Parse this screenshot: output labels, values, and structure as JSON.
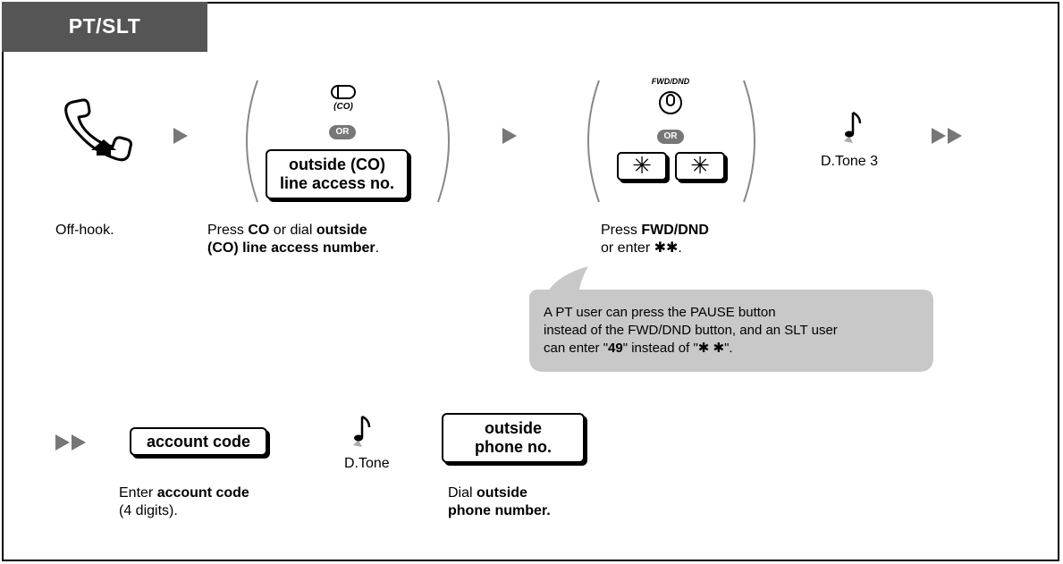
{
  "header": {
    "title": "PT/SLT"
  },
  "steps": {
    "off_hook": {
      "caption": "Off-hook."
    },
    "co": {
      "button_label": "(CO)",
      "or_label": "OR",
      "box_line1": "outside (CO)",
      "box_line2": "line access no.",
      "caption_pre": "Press ",
      "caption_bold1": "CO",
      "caption_mid": " or dial ",
      "caption_bold2": "outside",
      "caption_bold3": "(CO) line access number",
      "caption_post": "."
    },
    "fwd": {
      "button_label": "FWD/DND",
      "or_label": "OR",
      "key1": "✳",
      "key2": "✳",
      "caption_pre": "Press ",
      "caption_bold1": "FWD/DND",
      "caption_line2_pre": "or enter ",
      "caption_line2_bold": "✱✱",
      "caption_line2_post": "."
    },
    "tone1": {
      "label": "D.Tone 3"
    },
    "note": {
      "line1": "A PT user can press the PAUSE button",
      "line2": "instead of the FWD/DND button, and an SLT user",
      "line3_pre": "can enter \"",
      "line3_bold1": "49",
      "line3_mid": "\" instead of \"",
      "line3_bold2": "✱ ✱",
      "line3_post": "\"."
    },
    "account": {
      "box_label": "account code",
      "caption_pre": "Enter ",
      "caption_bold": "account code",
      "caption_line2": "(4 digits)."
    },
    "tone2": {
      "label": "D.Tone"
    },
    "phone": {
      "box_line1": "outside",
      "box_line2": "phone no.",
      "caption_pre": "Dial ",
      "caption_bold1": "outside",
      "caption_bold2": "phone number."
    }
  },
  "icons": {
    "handset": "handset-off-hook-icon",
    "arrow": "arrow-right-icon",
    "double_arrow": "double-arrow-right-icon",
    "note": "music-note-tone-icon"
  },
  "colors": {
    "header_bg": "#555555",
    "note_bg": "#c8c8c8",
    "arrow": "#777777",
    "or_badge": "#777777"
  }
}
